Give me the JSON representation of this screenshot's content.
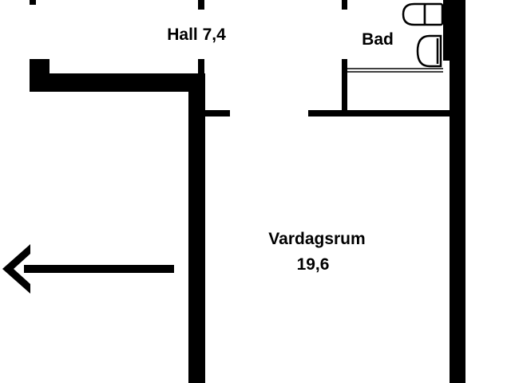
{
  "plan": {
    "colors": {
      "wall": "#000000",
      "background": "#ffffff"
    },
    "rooms": {
      "hall": {
        "name": "Hall",
        "area": "7,4",
        "label": "Hall 7,4"
      },
      "bad": {
        "name": "Bad",
        "label": "Bad"
      },
      "vardagsrum": {
        "name": "Vardagsrum",
        "area": "19,6"
      }
    },
    "fixtures": [
      "toilet",
      "sink",
      "bathtub"
    ],
    "direction_arrow": "arrow-left-icon"
  }
}
